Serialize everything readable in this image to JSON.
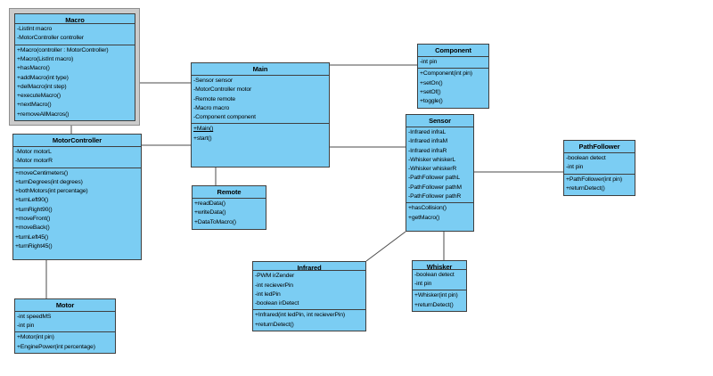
{
  "diagram": {
    "type": "uml-class-diagram",
    "colors": {
      "class_fill": "#7bcdf3",
      "class_border": "#3f3f3f",
      "connector": "#4b4b4b",
      "selection_frame": "#cbcbcb",
      "text": "#000000",
      "background": "#ffffff"
    }
  },
  "classes": {
    "macro": {
      "title": "Macro",
      "selected": true,
      "attributes": [
        "-ListInt macro",
        "-MotorController controller"
      ],
      "methods": [
        "+Macro(controller : MotorController)",
        "+Macro(ListInt macro)",
        "+hasMacro()",
        "+addMacro(int type)",
        "+delMacro(int step)",
        "+executeMacro()",
        "+nextMacro()",
        "+removeAllMacros()"
      ]
    },
    "motorController": {
      "title": "MotorController",
      "attributes": [
        "-Motor motorL",
        "-Motor motorR"
      ],
      "methods": [
        "+moveCentimeters()",
        "+turnDegrees(int degrees)",
        "+bothMotors(int percentage)",
        "+turnLeft90()",
        "+turnRight90()",
        "+moveFront()",
        "+moveBack()",
        "+turnLeft45()",
        "+turnRight45()"
      ]
    },
    "motor": {
      "title": "Motor",
      "attributes": [
        "-int speedMS",
        "-int pin"
      ],
      "methods": [
        "+Motor(int pin)",
        "+EnginePower(int percentage)"
      ]
    },
    "main": {
      "title": "Main",
      "attributes": [
        "-Sensor sensor",
        "-MotorController motor",
        "-Remote remote",
        "-Macro macro",
        "-Component component"
      ],
      "methods": [
        "+Main()",
        "+start()"
      ],
      "static_methods": [
        "+Main()"
      ]
    },
    "remote": {
      "title": "Remote",
      "attributes": [],
      "methods": [
        "+readData()",
        "+writeData()",
        "+DataToMacro()"
      ]
    },
    "component": {
      "title": "Component",
      "attributes": [
        "-int pin"
      ],
      "methods": [
        "+Component(int pin)",
        "+setOn()",
        "+setOf()",
        "+toggle()"
      ]
    },
    "sensor": {
      "title": "Sensor",
      "attributes": [
        "-Infrared infraL",
        "-Infrared infraM",
        "-Infrared infraR",
        "-Whisker whiskerL",
        "-Whisker whiskerR",
        "-PathFollower pathL",
        "-PathFollower pathM",
        "-PathFollower pathR"
      ],
      "methods": [
        "+hasCollision()",
        "+getMacro()"
      ]
    },
    "pathFollower": {
      "title": "PathFollower",
      "attributes": [
        "-boolean detect",
        "-int pin"
      ],
      "methods": [
        "+PathFollower(int pin)",
        "+returnDetect()"
      ]
    },
    "infrared": {
      "title": "Infrared",
      "attributes": [
        "-PWM irZender",
        "-int recieverPin",
        "-int ledPin",
        "-boolean irDetect"
      ],
      "methods": [
        "+Infrared(int ledPin, int recieverPin)",
        "+returnDetect()"
      ]
    },
    "whisker": {
      "title": "Whisker",
      "attributes": [
        "-boolean detect",
        "-int pin"
      ],
      "methods": [
        "+Whisker(int pin)",
        "+returnDetect()"
      ]
    }
  },
  "relations": [
    {
      "from": "Macro",
      "to": "Main"
    },
    {
      "from": "Macro",
      "to": "MotorController"
    },
    {
      "from": "MotorController",
      "to": "Main"
    },
    {
      "from": "MotorController",
      "to": "Motor"
    },
    {
      "from": "Main",
      "to": "Remote"
    },
    {
      "from": "Main",
      "to": "Component"
    },
    {
      "from": "Main",
      "to": "Sensor"
    },
    {
      "from": "Sensor",
      "to": "PathFollower"
    },
    {
      "from": "Sensor",
      "to": "Infrared"
    },
    {
      "from": "Sensor",
      "to": "Whisker"
    }
  ]
}
